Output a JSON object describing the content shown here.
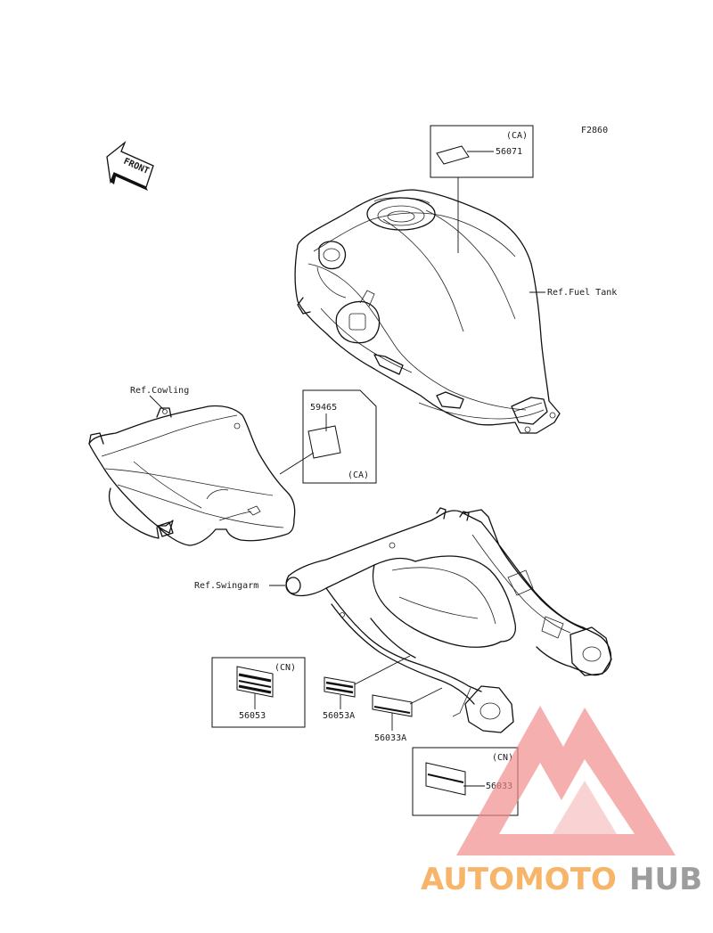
{
  "figure_code": "F2860",
  "front_arrow": "FRONT",
  "refs": {
    "fuel_tank": "Ref.Fuel Tank",
    "cowling": "Ref.Cowling",
    "swingarm": "Ref.Swingarm"
  },
  "callouts": {
    "c56071": {
      "part": "56071",
      "region": "(CA)"
    },
    "c59465": {
      "part": "59465",
      "region": "(CA)"
    },
    "c56053": {
      "part": "56053",
      "region": "(CN)"
    },
    "c56053a": {
      "part": "56053A"
    },
    "c56033a": {
      "part": "56033A"
    },
    "c56033": {
      "part": "56033",
      "region": "(CN)"
    }
  },
  "watermark": {
    "part1": "AUTOMOTO",
    "part2": "HUB",
    "color1": "#f5a94f",
    "color2": "#8c8c8c",
    "logo_color": "#f08a8a"
  }
}
